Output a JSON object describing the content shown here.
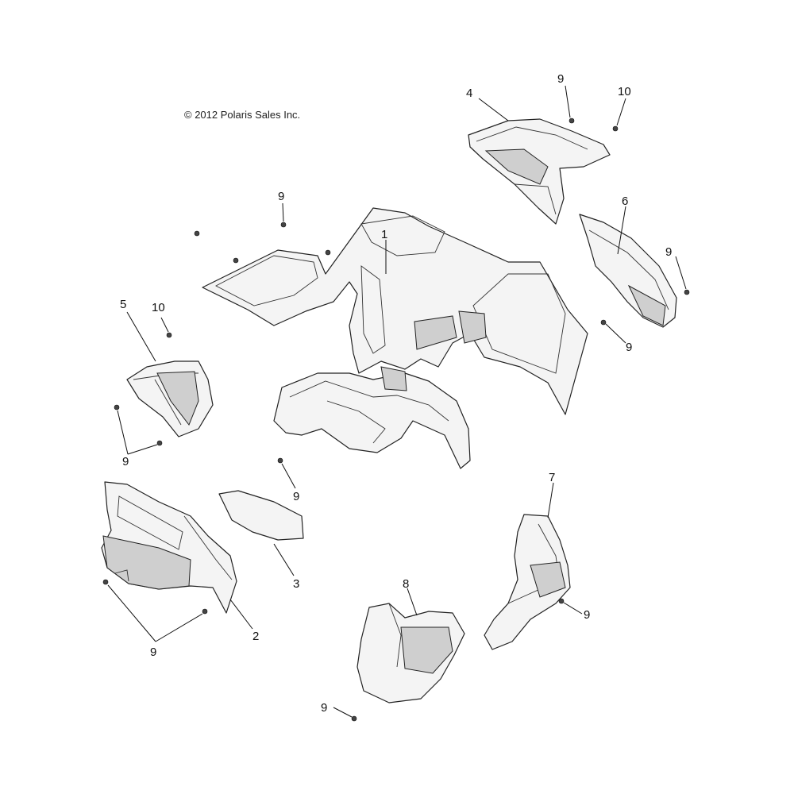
{
  "copyright": "© 2012 Polaris Sales Inc.",
  "callouts": {
    "c1": "1",
    "c2": "2",
    "c3": "3",
    "c4": "4",
    "c5": "5",
    "c6": "6",
    "c7": "7",
    "c8": "8",
    "c9a": "9",
    "c9b": "9",
    "c9c": "9",
    "c9d": "9",
    "c9e": "9",
    "c9f": "9",
    "c9g": "9",
    "c9h": "9",
    "c9i": "9",
    "c10a": "10",
    "c10b": "10"
  }
}
